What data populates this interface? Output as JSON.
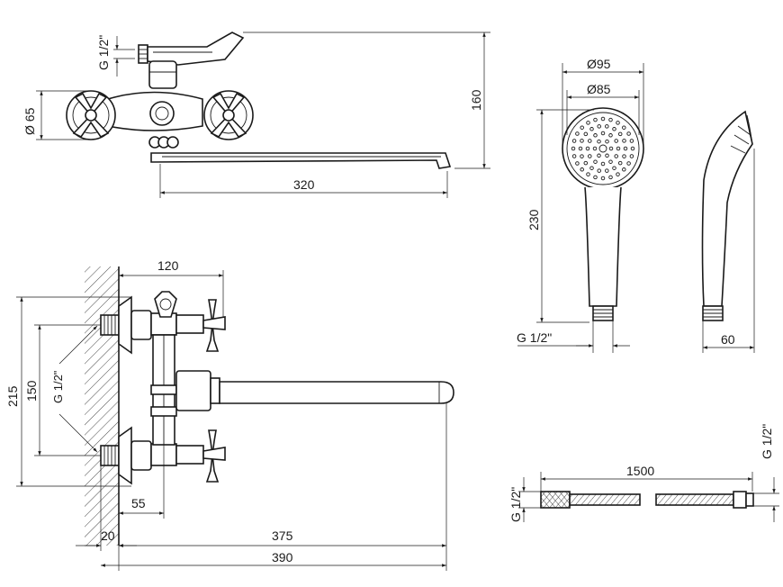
{
  "dimensions": {
    "inlet_thread_top": "G 1/2\"",
    "flange_dia": "Ø 65",
    "height_total": "160",
    "spout_len_top": "320",
    "head_outer": "Ø95",
    "head_inner": "Ø85",
    "handle_len": "230",
    "handle_thread": "G 1/2\"",
    "handle_width": "60",
    "axis_dist": "120",
    "height_side": "215",
    "height_inner": "150",
    "inlet_thread_side": "G 1/2\"",
    "offset_55": "55",
    "offset_20": "20",
    "spout_375": "375",
    "spout_390": "390",
    "hose_len": "1500",
    "hose_thread_left": "G 1/2\"",
    "hose_thread_right": "G 1/2\""
  }
}
